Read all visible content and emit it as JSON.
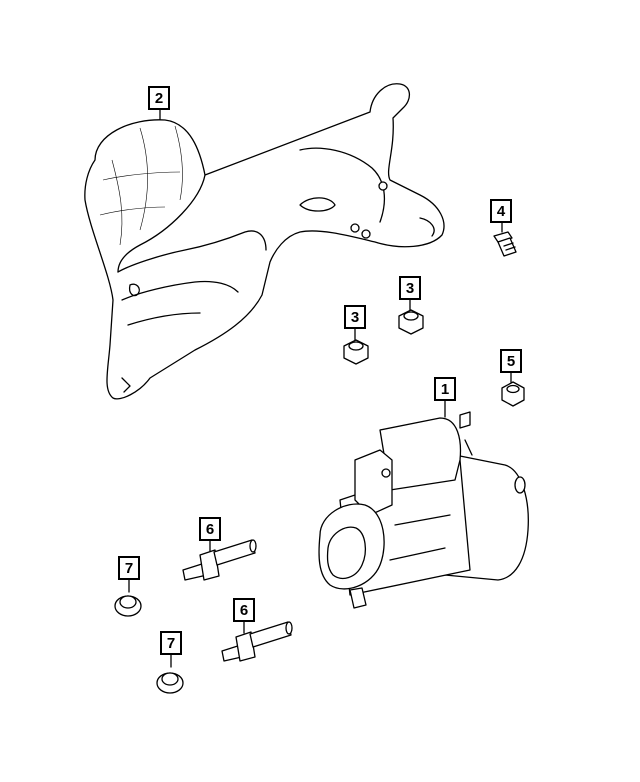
{
  "callouts": [
    {
      "id": "c2",
      "label": "2"
    },
    {
      "id": "c4",
      "label": "4"
    },
    {
      "id": "c3a",
      "label": "3"
    },
    {
      "id": "c3b",
      "label": "3"
    },
    {
      "id": "c5",
      "label": "5"
    },
    {
      "id": "c1",
      "label": "1"
    },
    {
      "id": "c6a",
      "label": "6"
    },
    {
      "id": "c7a",
      "label": "7"
    },
    {
      "id": "c6b",
      "label": "6"
    },
    {
      "id": "c7b",
      "label": "7"
    }
  ],
  "parts": {
    "shield": "heat-shield",
    "starter": "starter-motor",
    "bolt": "bolt",
    "nut_a": "nut",
    "nut_b": "nut",
    "nut_c": "nut",
    "stud_a": "stud",
    "stud_b": "stud",
    "washer_a": "washer-nut",
    "washer_b": "washer-nut"
  }
}
